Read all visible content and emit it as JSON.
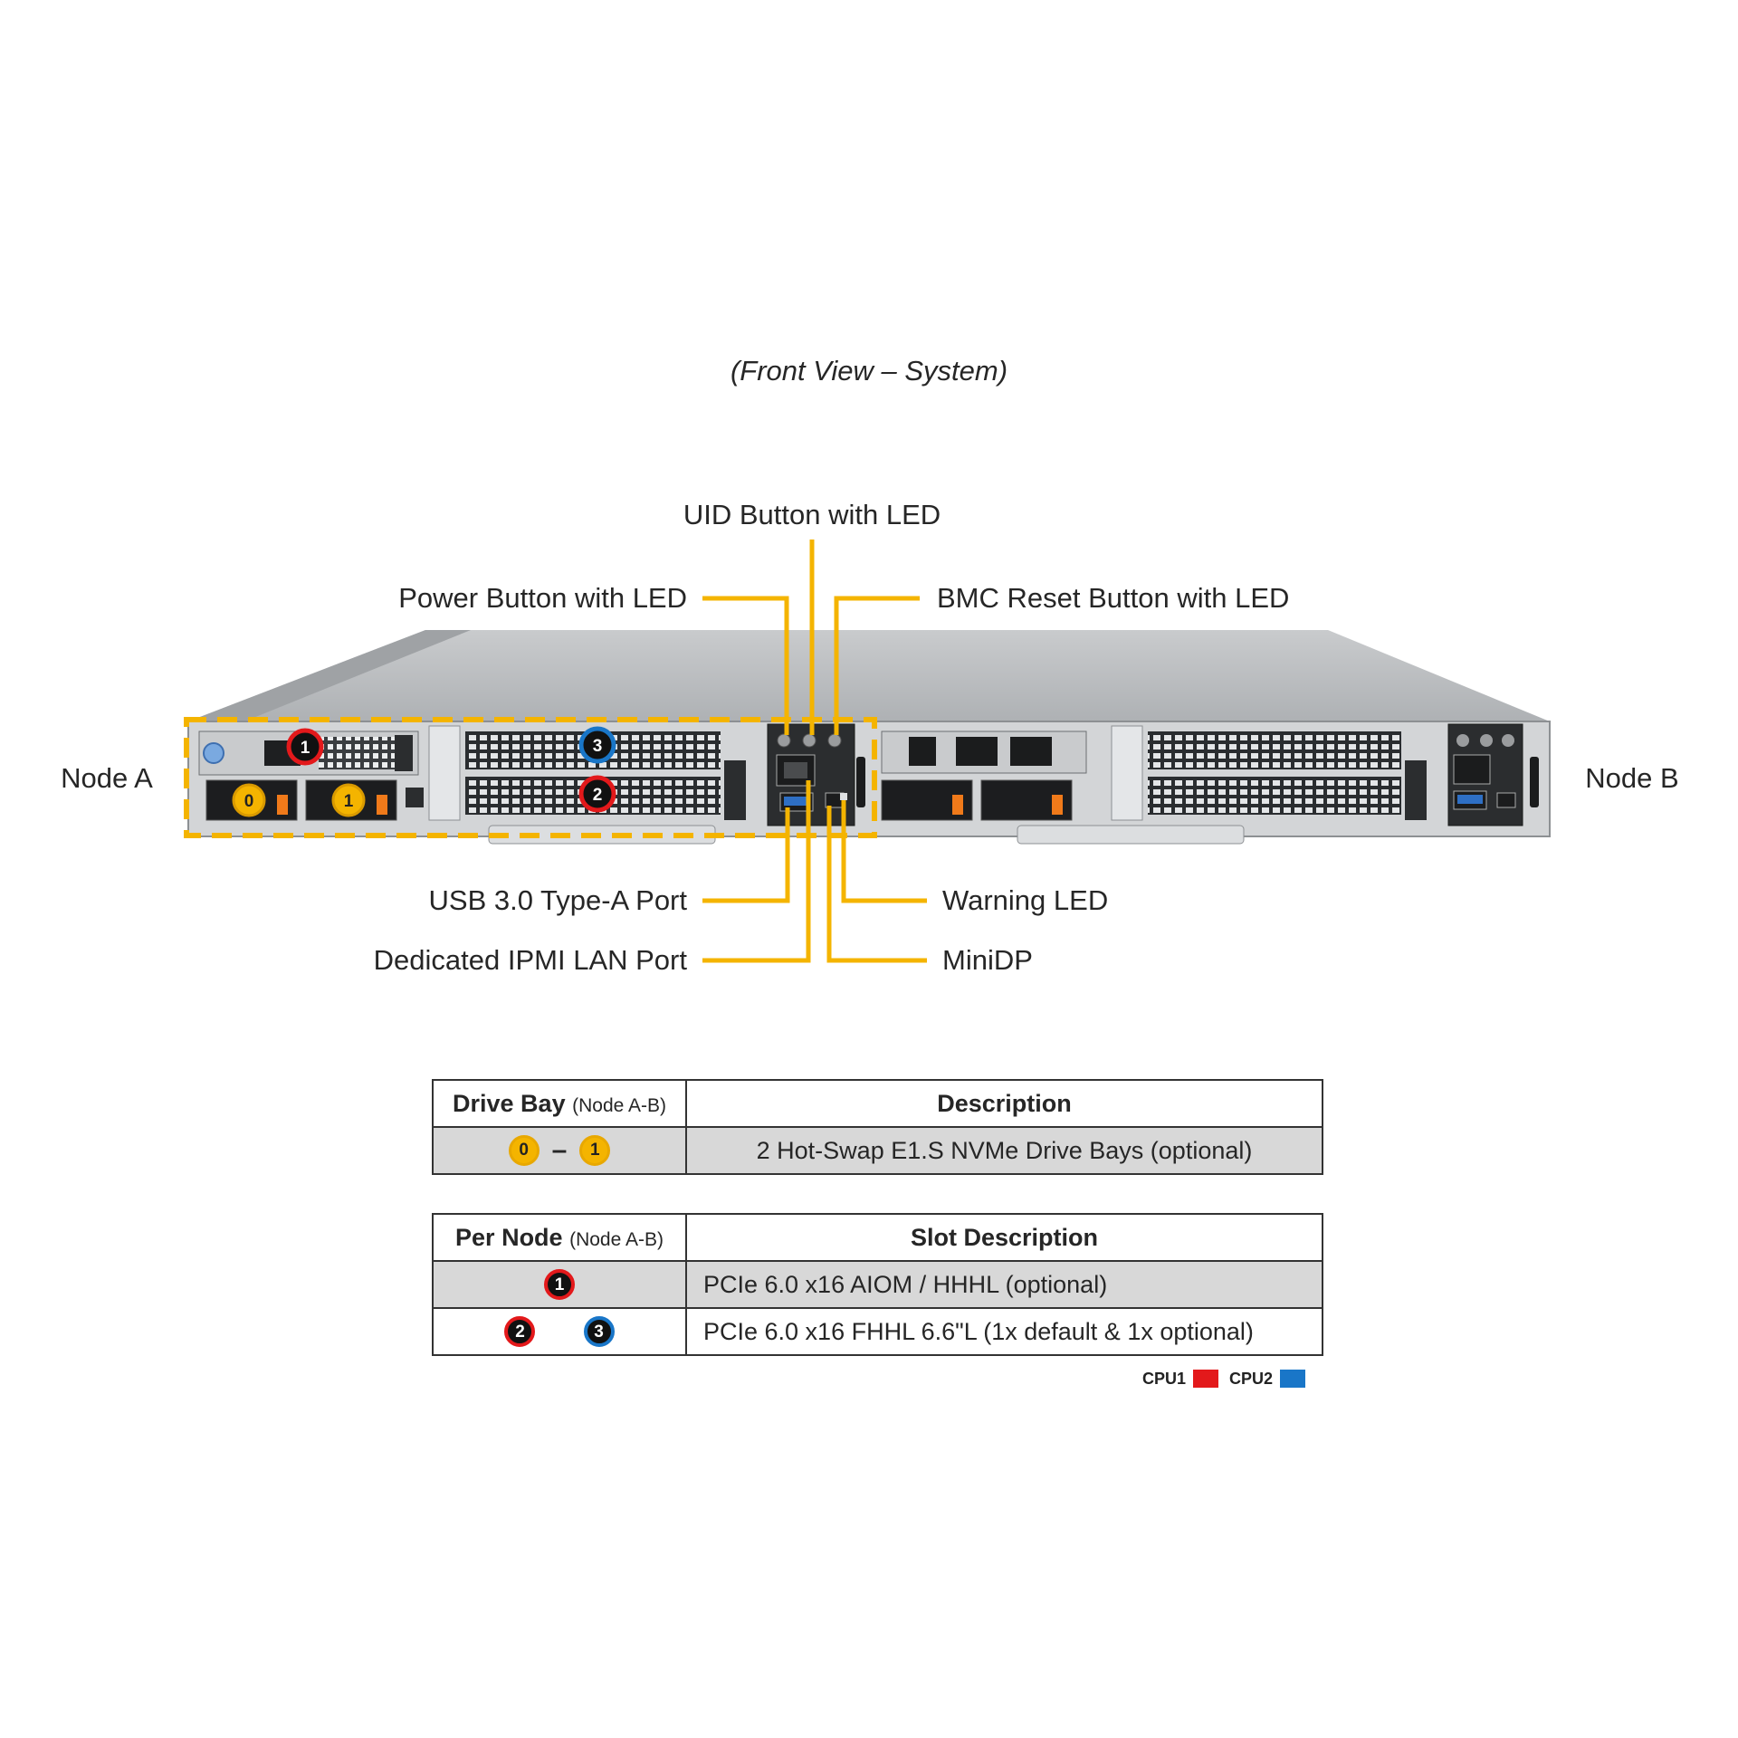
{
  "caption": "(Front View – System)",
  "nodes": {
    "left": "Node A",
    "right": "Node B"
  },
  "callouts": {
    "uid": "UID Button with LED",
    "power": "Power Button with LED",
    "bmc_reset": "BMC Reset Button with LED",
    "usb": "USB 3.0 Type-A Port",
    "ipmi_lan": "Dedicated IPMI LAN Port",
    "warning_led": "Warning LED",
    "minidp": "MiniDP"
  },
  "chassis_markers": {
    "drive_bays": [
      "0",
      "1"
    ],
    "slots": [
      {
        "num": "1",
        "cpu": "CPU1"
      },
      {
        "num": "2",
        "cpu": "CPU1"
      },
      {
        "num": "3",
        "cpu": "CPU2"
      }
    ]
  },
  "drive_table": {
    "header_col1": "Drive Bay",
    "header_col1_sub": "(Node A-B)",
    "header_col2": "Description",
    "row": {
      "from": "0",
      "sep": "–",
      "to": "1",
      "description": "2 Hot-Swap E1.S NVMe Drive Bays (optional)"
    }
  },
  "slot_table": {
    "header_col1": "Per Node",
    "header_col1_sub": "(Node A-B)",
    "header_col2": "Slot Description",
    "rows": [
      {
        "slots": [
          "1"
        ],
        "description": "PCIe 6.0 x16 AIOM / HHHL (optional)"
      },
      {
        "slots": [
          "2",
          "3"
        ],
        "description": "PCIe 6.0 x16 FHHL 6.6\"L (1x default & 1x optional)"
      }
    ]
  },
  "legend": [
    {
      "label": "CPU1",
      "color": "#e3191b"
    },
    {
      "label": "CPU2",
      "color": "#1976c8"
    }
  ],
  "colors": {
    "callout": "#f4b400",
    "dash_box": "#f4b400",
    "chassis": "#b9bcbf"
  }
}
